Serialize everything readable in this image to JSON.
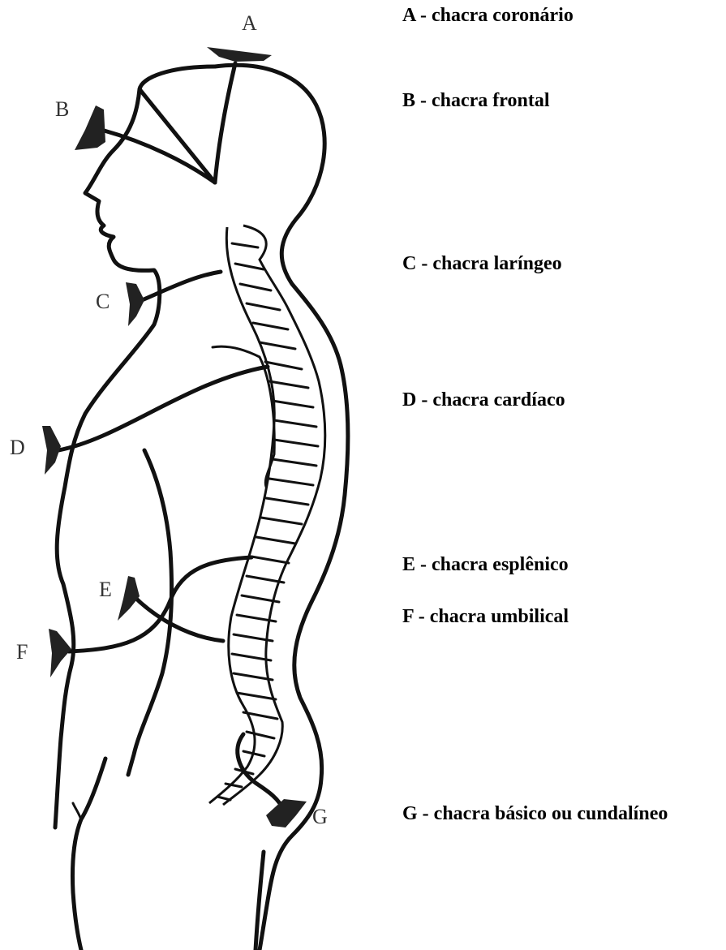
{
  "markers": {
    "a": "A",
    "b": "B",
    "c": "C",
    "d": "D",
    "e": "E",
    "f": "F",
    "g": "G"
  },
  "legend": {
    "a": "A - chacra coronário",
    "b": "B - chacra frontal",
    "c": "C - chacra laríngeo",
    "d": "D - chacra cardíaco",
    "e": "E - chacra esplênico",
    "f": "F - chacra umbilical",
    "g": "G - chacra básico ou cundalíneo"
  }
}
